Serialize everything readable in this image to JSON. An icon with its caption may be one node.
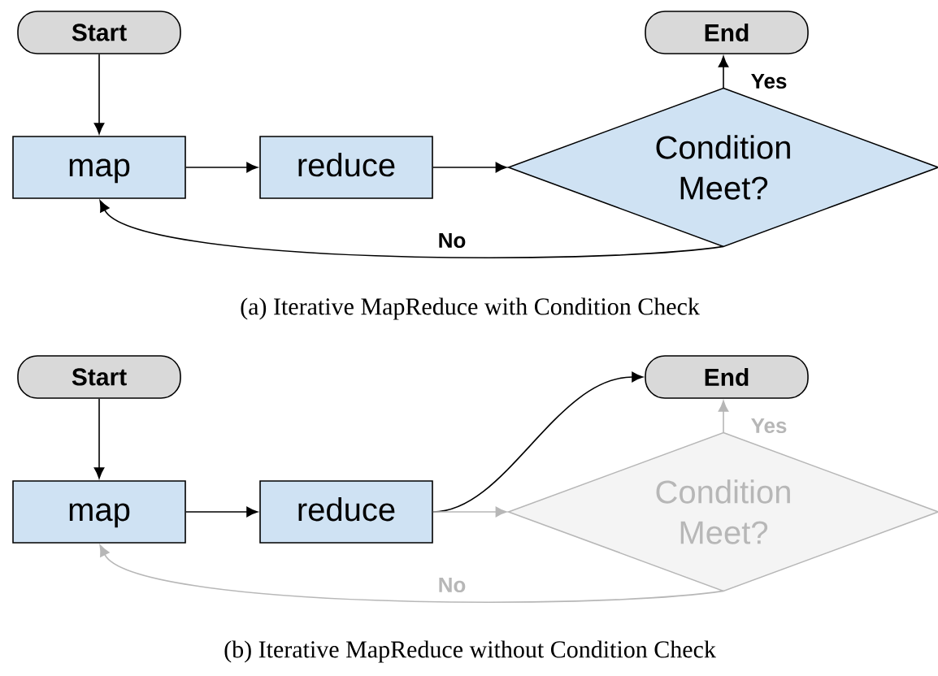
{
  "diagram": {
    "nodes": [
      {
        "text": [
          "Start"
        ]
      },
      {
        "text": [
          "End"
        ]
      },
      {
        "text": [
          "map"
        ]
      },
      {
        "text": [
          "reduce"
        ]
      },
      {
        "text": [
          "Condition Meet?"
        ]
      },
      {
        "text": [
          "Start"
        ]
      },
      {
        "text": [
          "End"
        ]
      },
      {
        "text": [
          "map"
        ]
      },
      {
        "text": [
          "reduce"
        ]
      },
      {
        "text": [
          "Condition Meet?"
        ]
      }
    ],
    "edges": [
      {
        "from": 0,
        "to": 2,
        "arrow": "to"
      },
      {
        "from": 2,
        "to": 3,
        "arrow": "to"
      },
      {
        "from": 3,
        "to": 4,
        "arrow": "to"
      },
      {
        "from": 4,
        "to": 1,
        "arrow": "to",
        "label": "Yes"
      },
      {
        "from": 4,
        "to": 2,
        "arrow": "to",
        "label": "No"
      },
      {
        "from": 5,
        "to": 7,
        "arrow": "to"
      },
      {
        "from": 7,
        "to": 8,
        "arrow": "to"
      },
      {
        "from": 8,
        "to": 6,
        "arrow": "to"
      },
      {
        "from": 8,
        "to": 9,
        "arrow": "to",
        "color": "#b7b7b7"
      },
      {
        "from": 9,
        "to": 6,
        "arrow": "to",
        "label": "Yes",
        "color": "#b7b7b7"
      },
      {
        "from": 9,
        "to": 7,
        "arrow": "to",
        "label": "No",
        "color": "#b7b7b7"
      }
    ],
    "labels": [
      "(a) Iterative MapReduce with Condition Check",
      "(b) Iterative MapReduce without Condition Check"
    ]
  }
}
